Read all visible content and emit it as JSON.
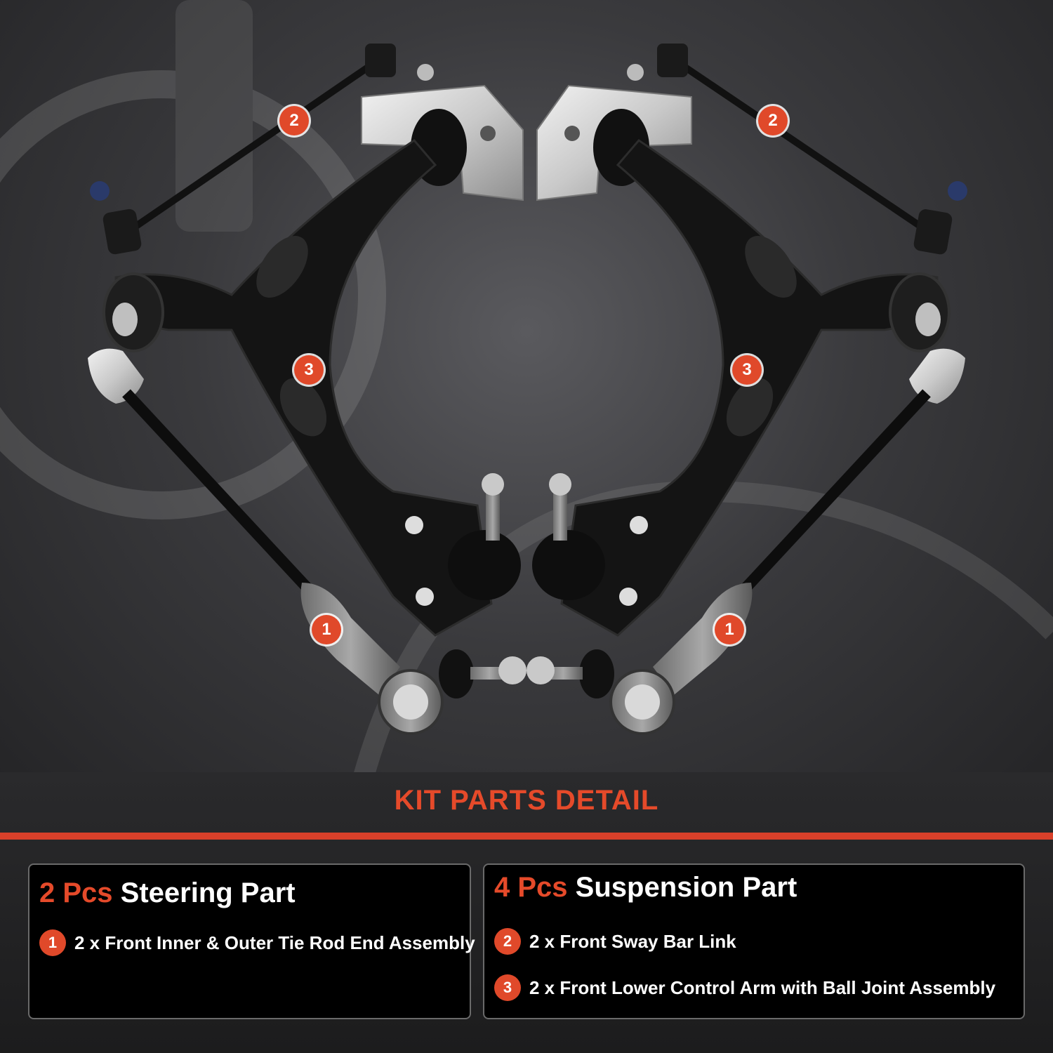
{
  "hero": {
    "callouts": [
      {
        "label": "2"
      },
      {
        "label": "2"
      },
      {
        "label": "3"
      },
      {
        "label": "3"
      },
      {
        "label": "1"
      },
      {
        "label": "1"
      }
    ]
  },
  "kit_title": "KIT PARTS DETAIL",
  "panels": [
    {
      "qty": "2 Pcs",
      "name": "Steering Part",
      "items": [
        {
          "num": "1",
          "text": "2 x Front Inner & Outer Tie Rod End Assembly"
        }
      ]
    },
    {
      "qty": "4 Pcs",
      "name": "Suspension Part",
      "items": [
        {
          "num": "2",
          "text": "2 x Front Sway Bar Link"
        },
        {
          "num": "3",
          "text": "2 x Front Lower Control Arm with Ball Joint Assembly"
        }
      ]
    }
  ],
  "colors": {
    "accent": "#e0492a",
    "panel_bg": "#000000",
    "page_bg": "#2b2b2d"
  },
  "icons": [
    "sway-bar-link",
    "control-arm",
    "tie-rod-end",
    "bushing",
    "ball-joint"
  ]
}
